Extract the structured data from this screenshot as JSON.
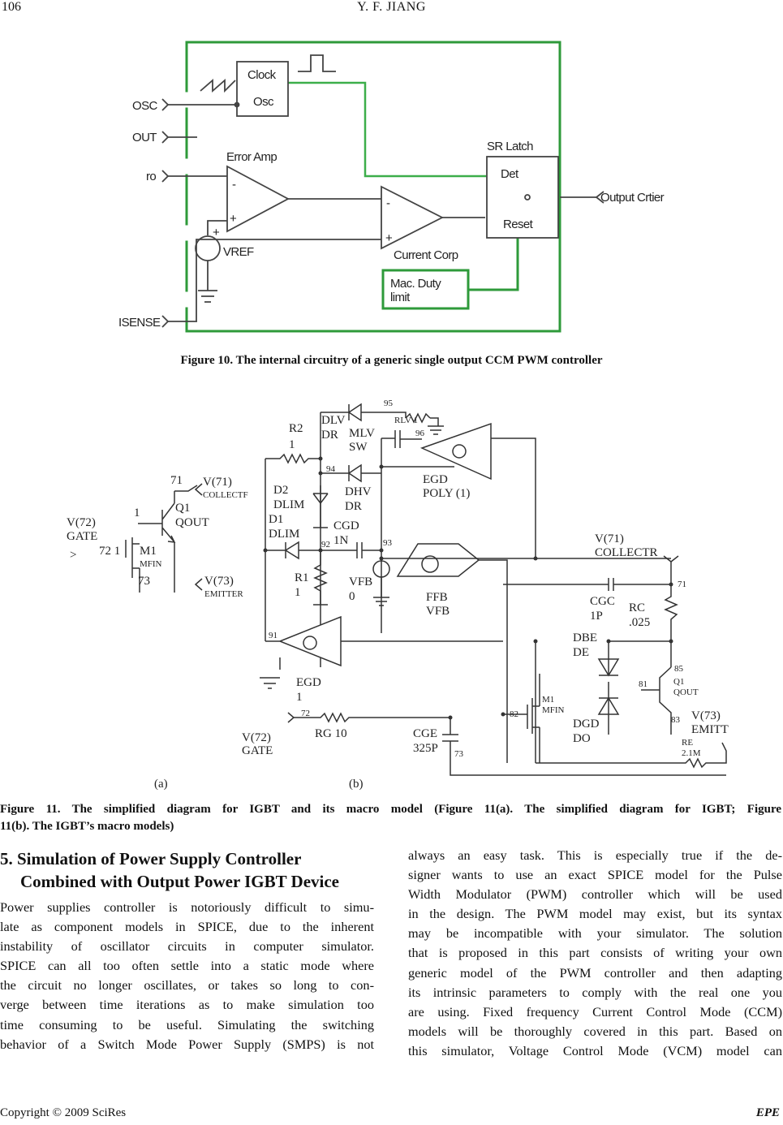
{
  "header": {
    "page_number": "106",
    "author": "Y. F. JIANG"
  },
  "figure10": {
    "labels": {
      "osc": "OSC",
      "out": "OUT",
      "ro": "ro",
      "isense": "ISENSE",
      "clock": "Clock",
      "osc_block": "Osc",
      "error_amp": "Error  Amp",
      "vref": "VREF",
      "current_comp": "Current  Corp",
      "sr_latch": "SR  Latch",
      "det": "Det",
      "reset": "Reset",
      "output": "Output  Crtier",
      "mac_duty_1": "Mac.  Duty",
      "mac_duty_2": "limit"
    },
    "caption": "Figure 10. The internal circuitry of a generic single output CCM PWM controller"
  },
  "figure11": {
    "a": {
      "n71": "71",
      "v71": "V(71)",
      "collectr": "COLLECTF",
      "n1": "1",
      "q1": "Q1",
      "qout": "QOUT",
      "v72": "V(72)",
      "gate": "GATE",
      "gt": ">",
      "n72": "72 1",
      "m1": "M1",
      "mfin": "MFIN",
      "n73": "73",
      "v73": "V(73)",
      "emitter": "EMITTER",
      "label": "(a)"
    },
    "b": {
      "r2": "R2",
      "r2v": "1",
      "dlv": "DLV",
      "dlvdr": "DR",
      "n95": "95",
      "rlv": "RLV 1",
      "mlv": "MLV",
      "sw": "SW",
      "n96": "96",
      "n94": "94",
      "d2": "D2",
      "dlim2": "DLIM",
      "dhv": "DHV",
      "dhvdr": "DR",
      "egd": "EGD",
      "poly": "POLY (1)",
      "d1": "D1",
      "dlim1": "DLIM",
      "cgd": "CGD",
      "cgdv": "1N",
      "n92": "92",
      "n93": "93",
      "r1": "R1",
      "r1v": "1",
      "vfb": "VFB",
      "vfbv": "0",
      "ffb": "FFB",
      "ffbv": "VFB",
      "v71": "V(71)",
      "collectr": "COLLECTR",
      "n71": "71",
      "cgc": "CGC",
      "cgcv": "1P",
      "rc": "RC",
      "rcv": ".025",
      "dbe": "DBE",
      "de": "DE",
      "n85": "85",
      "n81": "81",
      "q1": "Q1",
      "qout": "QOUT",
      "n91": "91",
      "egd1": "EGD",
      "egd1v": "1",
      "n72": "72",
      "rg": "RG 10",
      "n82": "82",
      "m1": "M1",
      "mfin": "MFIN",
      "dgd": "DGD",
      "do": "DO",
      "n83": "83",
      "v73": "V(73)",
      "emitt": "EMITT",
      "re": "RE",
      "rev": "2.1M",
      "v72": "V(72)",
      "gate": "GATE",
      "cge": "CGE",
      "cgev": "325P",
      "n73": "73",
      "label": "(b)"
    },
    "caption_line1": "Figure 11. The simplified diagram for IGBT and its macro model (Figure 11(a). The simplified diagram for IGBT; Figure",
    "caption_line2": "11(b). The IGBT’s macro models)"
  },
  "section": {
    "title_line1": "5. Simulation of Power Supply Controller",
    "title_line2": "Combined with Output Power IGBT Device"
  },
  "left_column": [
    "Power supplies controller is notoriously difficult to simu-",
    "late as component models in SPICE, due to the inherent",
    "instability of oscillator circuits in computer simulator.",
    "SPICE can all too often settle into a static mode where",
    "the circuit no longer oscillates, or takes so long to con-",
    "verge between time iterations as to make simulation too",
    "time consuming to be useful. Simulating the switching",
    "behavior of a Switch Mode Power Supply (SMPS) is not"
  ],
  "right_column": [
    "always an easy task. This is especially true if the de-",
    "signer wants to use an exact SPICE model for the Pulse",
    "Width Modulator (PWM) controller which will be used",
    "in the design. The PWM model may exist, but its syntax",
    "may be incompatible with your simulator. The solution",
    "that is proposed in this part consists of writing your own",
    "generic model of the PWM controller and then adapting",
    "its intrinsic parameters to comply with the real one you",
    "are using. Fixed frequency Current Control Mode (CCM)",
    "models will be thoroughly covered in this part. Based on",
    "this simulator, Voltage Control Mode (VCM) model can"
  ],
  "footer": {
    "copyright": "Copyright © 2009 SciRes",
    "journal": "EPE"
  }
}
